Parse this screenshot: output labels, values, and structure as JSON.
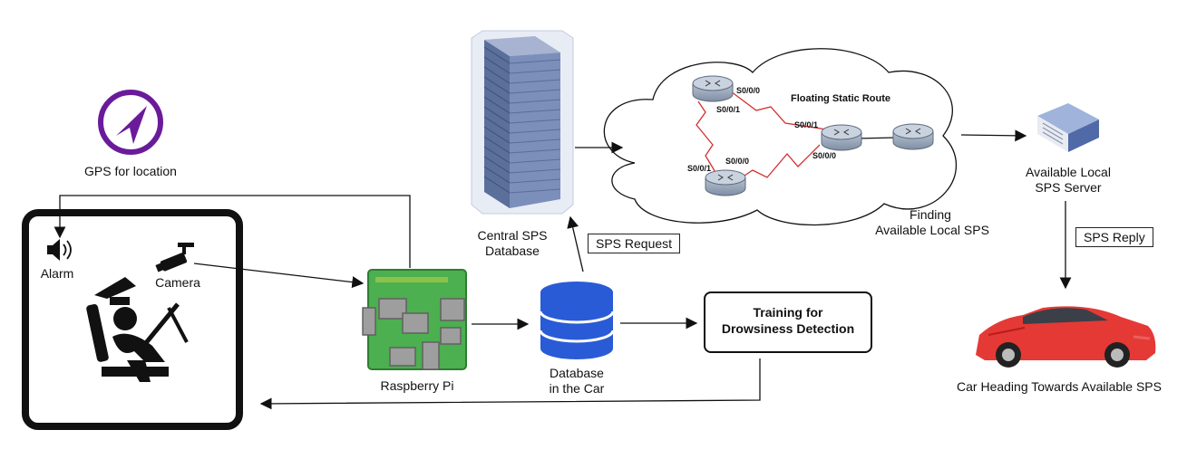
{
  "labels": {
    "gps": "GPS for location",
    "alarm": "Alarm",
    "camera": "Camera",
    "raspberry": "Raspberry Pi",
    "database_car_1": "Database",
    "database_car_2": "in the Car",
    "central_1": "Central SPS",
    "central_2": "Database",
    "sps_request": "SPS Request",
    "training_1": "Training for",
    "training_2": "Drowsiness Detection",
    "finding_1": "Finding",
    "finding_2": "Available Local SPS",
    "local_1": "Available Local",
    "local_2": "SPS Server",
    "sps_reply": "SPS Reply",
    "car": "Car Heading Towards Available SPS"
  },
  "network": {
    "route_title": "Floating Static Route",
    "iface": {
      "a": "S0/0/0",
      "b": "S0/0/1",
      "c": "S0/0/1",
      "d": "S0/0/1",
      "e": "S0/0/0",
      "f": "S0/0/0"
    }
  },
  "colors": {
    "gps": "#6a1b9a",
    "db_blue": "#2a5bd6",
    "pi_green": "#4caf50",
    "car_red": "#e53935",
    "route_red": "#d32f2f",
    "server_blue": "#5a7bb5"
  }
}
